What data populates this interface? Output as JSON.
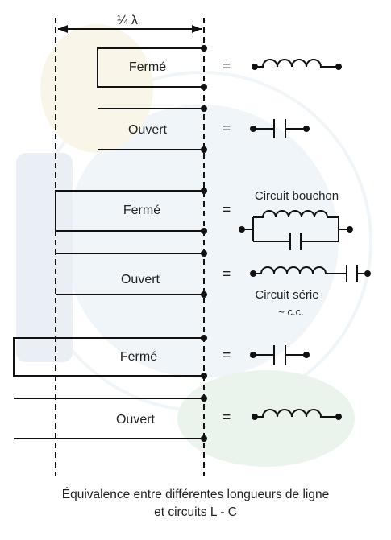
{
  "quarter_wave_label": "¼ λ",
  "sections": [
    {
      "state": "Fermé",
      "equals": "="
    },
    {
      "state": "Ouvert",
      "equals": "="
    },
    {
      "state": "Fermé",
      "equals": "="
    },
    {
      "state": "Ouvert",
      "equals": "="
    },
    {
      "state": "Fermé",
      "equals": "="
    },
    {
      "state": "Ouvert",
      "equals": "="
    }
  ],
  "circuit_labels": {
    "bouchon": "Circuit bouchon",
    "serie": "Circuit série",
    "serie_note": "~ c.c."
  },
  "caption": {
    "line1": "Équivalence entre différentes longueurs de ligne",
    "line2": "et circuits L - C"
  },
  "colors": {
    "ink": "#111111",
    "text": "#222222",
    "background": "#ffffff"
  }
}
